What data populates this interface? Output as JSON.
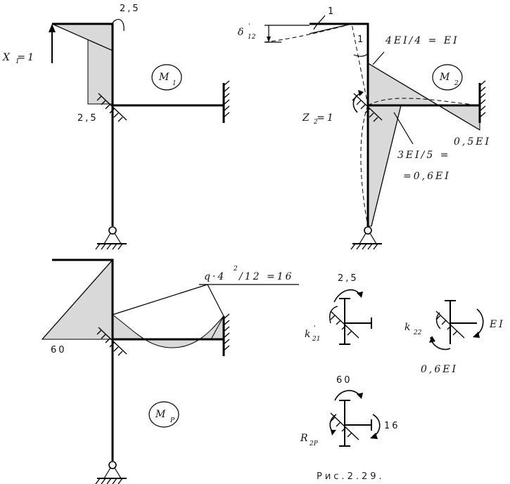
{
  "labels": {
    "top_left_25": "2,5",
    "x1_eq": "X  =1",
    "x1_sub": "1",
    "m1_M": "M",
    "m1_sub": "1",
    "tl_bottom_25": "2,5",
    "delta": "δ",
    "delta_sub": "12",
    "delta_prime": "'",
    "one_top": "1",
    "one_angle": "1",
    "ei_44": "4EI/4 = EI",
    "m2_M": "M",
    "m2_sub": "2",
    "z2_eq": "Z  =1",
    "z2_sub": "2",
    "ei_05": "0,5EI",
    "ei_35a": "3EI/5 =",
    "ei_35b": "=0,6EI",
    "q_formula_pre": "q·4",
    "q_formula_exp": "2",
    "q_formula_post": "/12 =16",
    "mp_60": "60",
    "mp_M": "M",
    "mp_sub": "P",
    "k21_25": "2,5",
    "k21": "k",
    "k21_sub": "21",
    "k21_prime": "'",
    "k22": "k",
    "k22_sub": "22",
    "k22_EI": "EI",
    "k22_06": "0,6EI",
    "r2p_60": "60",
    "r2p_16": "16",
    "r2p": "R",
    "r2p_sub": "2P",
    "caption": "Рис.2.29."
  }
}
